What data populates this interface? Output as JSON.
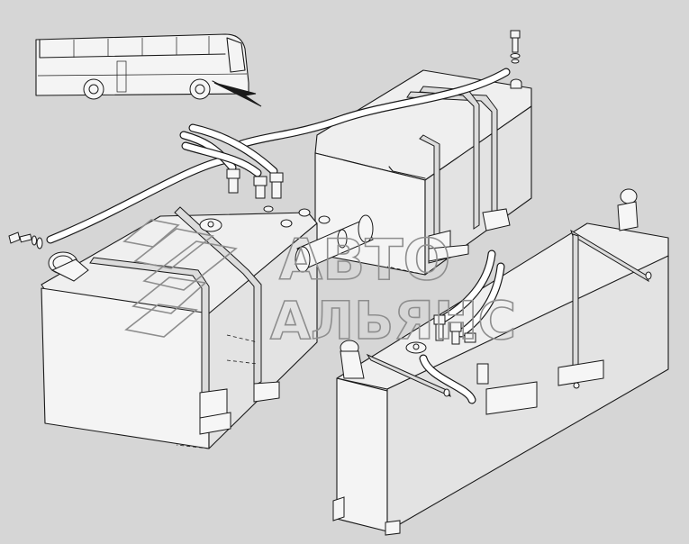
{
  "watermark": {
    "line1": "АВТО",
    "line2": "АЛЬЯНС"
  },
  "callout": {
    "vehicle": "coach-bus",
    "pointer": "arrow"
  },
  "colors": {
    "background": "#d6d6d6",
    "line": "#1a1a1a",
    "watermark": "#8e8e8e"
  }
}
